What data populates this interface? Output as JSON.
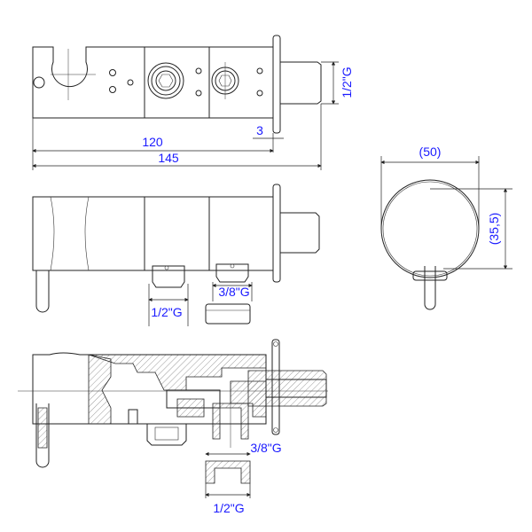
{
  "drawing": {
    "label_color": "#1a1aff",
    "top_view": {
      "thread_label": "1/2\"G",
      "flange_dim": "3",
      "body_length": "120",
      "total_length": "145"
    },
    "end_view": {
      "diameter": "(50)",
      "radius_offset": "(35,5)"
    },
    "side_view": {
      "inlet_label": "1/2\"G",
      "outlet_label": "3/8\"G"
    },
    "section_view": {
      "outlet_label": "3/8\"G",
      "inlet_label": "1/2\"G"
    }
  }
}
